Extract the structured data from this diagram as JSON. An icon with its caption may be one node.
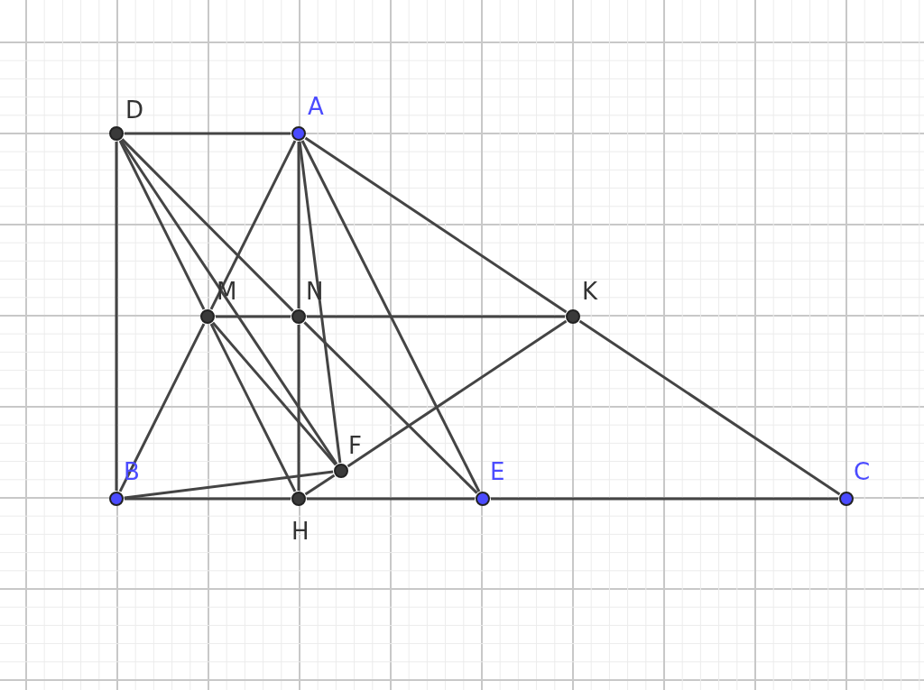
{
  "diagram": {
    "nodes": [
      {
        "text": [
          "D"
        ]
      },
      {
        "text": [
          "A"
        ]
      },
      {
        "text": [
          "M"
        ]
      },
      {
        "text": [
          "N"
        ]
      },
      {
        "text": [
          "K"
        ]
      },
      {
        "text": [
          "F"
        ]
      },
      {
        "text": [
          "B"
        ]
      },
      {
        "text": [
          "H"
        ]
      },
      {
        "text": [
          "E"
        ]
      },
      {
        "text": [
          "C"
        ]
      }
    ],
    "edges": [
      {
        "from": 0,
        "to": 1,
        "arrow": "none"
      },
      {
        "from": 0,
        "to": 6,
        "arrow": "none"
      },
      {
        "from": 1,
        "to": 4,
        "arrow": "none"
      },
      {
        "from": 4,
        "to": 9,
        "arrow": "none"
      },
      {
        "from": 6,
        "to": 7,
        "arrow": "none"
      },
      {
        "from": 7,
        "to": 8,
        "arrow": "none"
      },
      {
        "from": 8,
        "to": 9,
        "arrow": "none"
      },
      {
        "from": 1,
        "to": 3,
        "arrow": "none"
      },
      {
        "from": 3,
        "to": 7,
        "arrow": "none"
      },
      {
        "from": 2,
        "to": 3,
        "arrow": "none"
      },
      {
        "from": 3,
        "to": 4,
        "arrow": "none"
      },
      {
        "from": 1,
        "to": 2,
        "arrow": "none"
      },
      {
        "from": 2,
        "to": 6,
        "arrow": "none"
      },
      {
        "from": 0,
        "to": 2,
        "arrow": "none"
      },
      {
        "from": 2,
        "to": 7,
        "arrow": "none"
      },
      {
        "from": 0,
        "to": 3,
        "arrow": "none"
      },
      {
        "from": 3,
        "to": 8,
        "arrow": "none"
      },
      {
        "from": 0,
        "to": 5,
        "arrow": "none"
      },
      {
        "from": 2,
        "to": 5,
        "arrow": "none"
      },
      {
        "from": 1,
        "to": 5,
        "arrow": "none"
      },
      {
        "from": 1,
        "to": 8,
        "arrow": "none"
      },
      {
        "from": 6,
        "to": 5,
        "arrow": "none"
      },
      {
        "from": 5,
        "to": 4,
        "arrow": "none"
      },
      {
        "from": 7,
        "to": 5,
        "arrow": "none"
      }
    ]
  }
}
